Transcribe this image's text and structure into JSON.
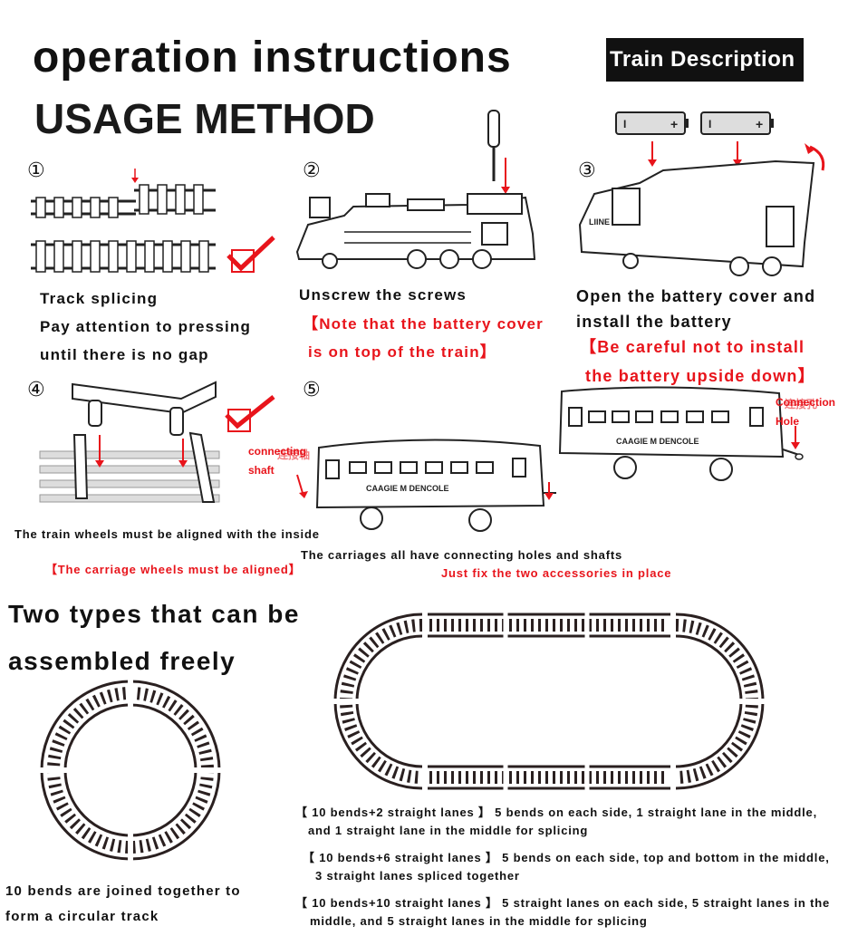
{
  "header": {
    "title": "operation  instructions",
    "subtitle": "USAGE METHOD",
    "badge": "Train Description"
  },
  "steps": {
    "s1": {
      "num": "①",
      "line1": "Track  splicing",
      "line2": "Pay  attention  to  pressing",
      "line3": "until  there  is  no  gap"
    },
    "s2": {
      "num": "②",
      "line1": "Unscrew  the  screws",
      "note1": "【Note  that  the  battery  cover",
      "note2": "is  on  top  of  the  train】"
    },
    "s3": {
      "num": "③",
      "line1": "Open  the  battery  cover  and",
      "line2": "install  the  battery",
      "note1": "【Be  careful  not  to  install",
      "note2": "the  battery  upside  down】",
      "train_logo": "LIINE"
    },
    "s4": {
      "num": "④",
      "line1": "The  train  wheels  must  be  aligned  with  the  inside",
      "note1": "【The  carriage  wheels  must  be  aligned】"
    },
    "s5": {
      "num": "⑤",
      "line1": "The  carriages  all  have  connecting  holes  and  shafts",
      "note1": "Just   fix  the  two  accessories  in  place",
      "label_shaft_a": "connecting",
      "label_shaft_b": "shaft",
      "label_shaft_cn": "连接轴",
      "label_hole_a": "Connection",
      "label_hole_b": "Hole",
      "label_hole_cn": "连接孔",
      "carriage_text": "CAAGIE M DENCOLE"
    }
  },
  "assembly": {
    "title1": "Two  types  that  can  be",
    "title2": "assembled  freely",
    "circle_caption1": "10  bends  are  joined  together  to",
    "circle_caption2": "form  a  circular  track",
    "opt1a": "【  10  bends+2  straight  lanes  】  5  bends  on  each  side,  1  straight  lane  in  the  middle,",
    "opt1b": "and  1  straight  lane  in  the  middle  for  splicing",
    "opt2a": "【  10  bends+6  straight  lanes  】  5  bends  on  each  side,  top  and  bottom  in  the  middle,",
    "opt2b": "3  straight  lanes  spliced  together",
    "opt3a": "【  10  bends+10  straight  lanes  】  5  straight  lanes  on  each  side,  5  straight  lanes  in  the",
    "opt3b": "middle,  and  5  straight  lanes  in  the  middle  for  splicing"
  },
  "colors": {
    "accent_red": "#e8141b",
    "badge_bg": "#111111",
    "track": "#2a2020"
  },
  "icons": [
    "checkmark-icon",
    "screwdriver-icon",
    "battery-icon",
    "arrow-down-icon",
    "rotate-arrow-icon"
  ]
}
